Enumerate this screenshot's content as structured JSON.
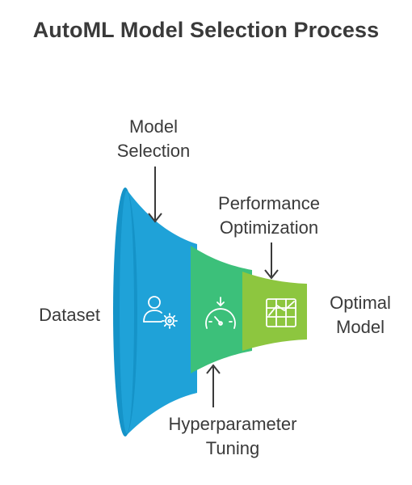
{
  "title": "AutoML Model Selection Process",
  "labels": {
    "model_selection": [
      "Model",
      "Selection"
    ],
    "performance_optimization": [
      "Performance",
      "Optimization"
    ],
    "dataset": "Dataset",
    "optimal_model": [
      "Optimal",
      "Model"
    ],
    "hyperparameter_tuning": [
      "Hyperparameter",
      "Tuning"
    ]
  },
  "stages": [
    {
      "name": "model-selection-stage",
      "color": "#1fa2d8",
      "icon": "user-gear-icon"
    },
    {
      "name": "hyperparameter-tuning-stage",
      "color": "#3cc07a",
      "icon": "speedometer-icon"
    },
    {
      "name": "performance-optimization-stage",
      "color": "#8dc63f",
      "icon": "chart-grid-icon"
    }
  ],
  "colors": {
    "title": "#3a3a3a",
    "text": "#3a3a3a",
    "arrow": "#3a3a3a",
    "funnel_rim": "#1593c8",
    "icon_stroke": "#ffffff"
  }
}
